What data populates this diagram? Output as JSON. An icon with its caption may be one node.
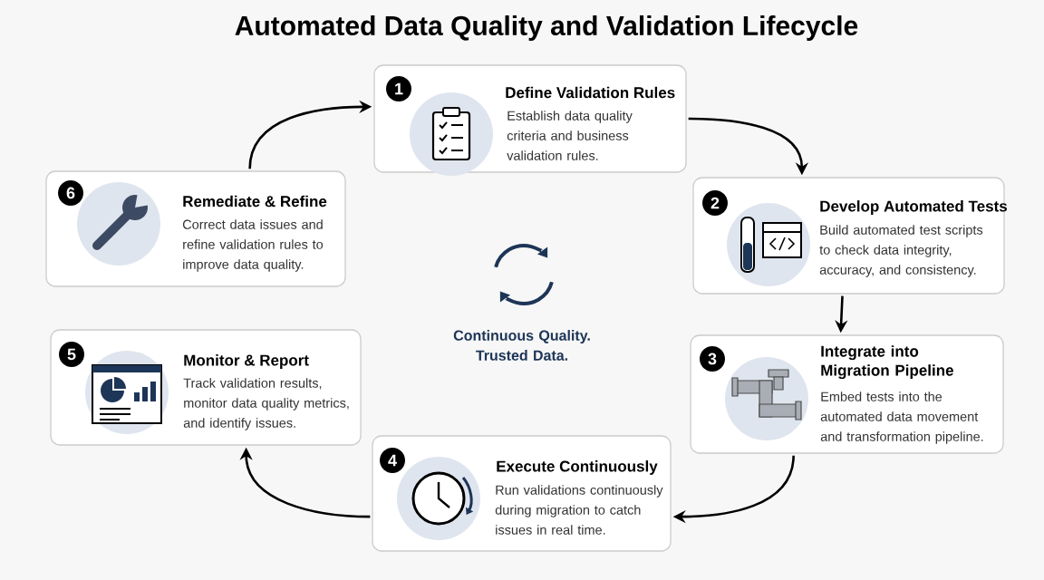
{
  "diagram": {
    "title": "Automated Data Quality and Validation Lifecycle",
    "nodes": [
      {
        "text": [
          "1",
          "Define Validation Rules",
          "Establish data quality criteria and business validation rules."
        ]
      },
      {
        "text": [
          "2",
          "Develop Automated Tests",
          "Build automated test scripts to check data integrity, accuracy, and consistency."
        ]
      },
      {
        "text": [
          "3",
          "Integrate into Migration Pipeline",
          "Embed tests into the automated data movement and transformation pipeline."
        ]
      },
      {
        "text": [
          "4",
          "Execute Continuously",
          "Run validations continuously during migration to catch issues in real time."
        ]
      },
      {
        "text": [
          "5",
          "Monitor & Report",
          "Track validation results, monitor data quality metrics, and identify issues."
        ]
      },
      {
        "text": [
          "6",
          "Remediate & Refine",
          "Correct data issues and refine validation rules to improve data quality."
        ]
      }
    ],
    "edges": [
      {
        "from": 0,
        "to": 1,
        "arrow": "to"
      },
      {
        "from": 1,
        "to": 2,
        "arrow": "to"
      },
      {
        "from": 2,
        "to": 3,
        "arrow": "to"
      },
      {
        "from": 3,
        "to": 4,
        "arrow": "to"
      },
      {
        "from": 5,
        "to": 0,
        "arrow": "to"
      }
    ],
    "labels": [
      "Continuous Quality. Trusted Data."
    ]
  }
}
